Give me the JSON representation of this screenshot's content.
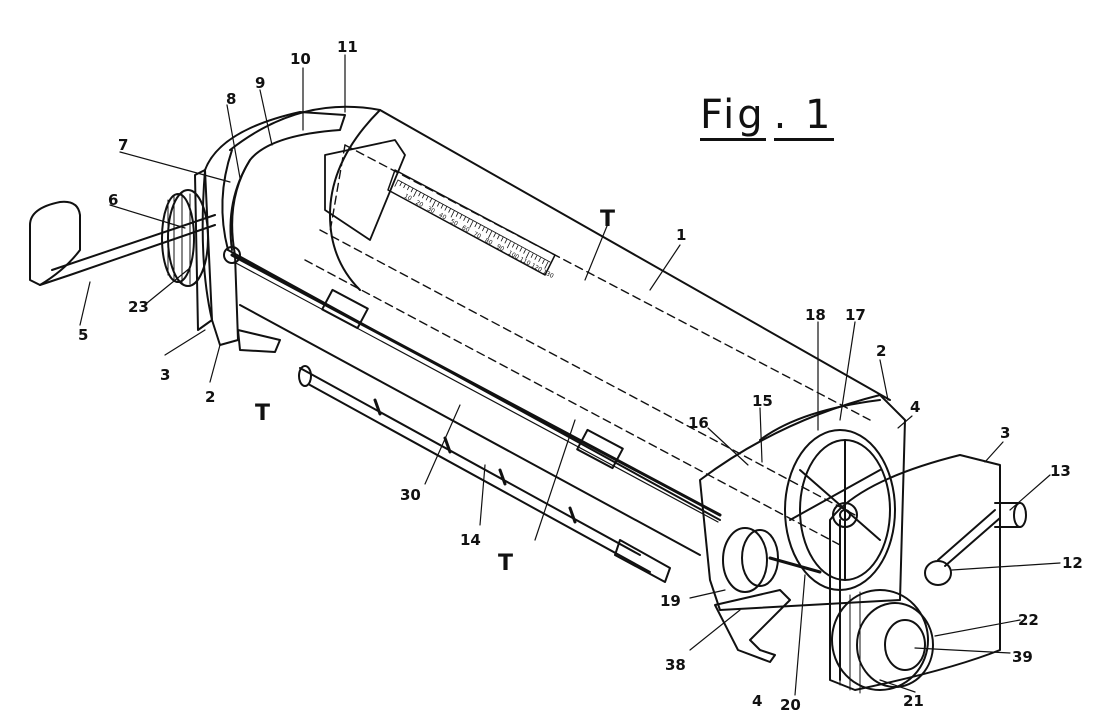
{
  "figure": {
    "title_part1": "Fig",
    "title_part2": ". 1",
    "scale_digits": [
      "10",
      "20",
      "30",
      "40",
      "50",
      "60",
      "70",
      "80",
      "90",
      "100",
      "110",
      "120",
      "130"
    ]
  },
  "callouts": [
    {
      "id": "c1",
      "text": "1"
    },
    {
      "id": "c2a",
      "text": "2"
    },
    {
      "id": "c2b",
      "text": "2"
    },
    {
      "id": "c3a",
      "text": "3"
    },
    {
      "id": "c3b",
      "text": "3"
    },
    {
      "id": "c4a",
      "text": "4"
    },
    {
      "id": "c4b",
      "text": "4"
    },
    {
      "id": "c5",
      "text": "5"
    },
    {
      "id": "c6",
      "text": "6"
    },
    {
      "id": "c7",
      "text": "7"
    },
    {
      "id": "c8",
      "text": "8"
    },
    {
      "id": "c9",
      "text": "9"
    },
    {
      "id": "c10",
      "text": "10"
    },
    {
      "id": "c11",
      "text": "11"
    },
    {
      "id": "c12",
      "text": "12"
    },
    {
      "id": "c13",
      "text": "13"
    },
    {
      "id": "c14",
      "text": "14"
    },
    {
      "id": "c15",
      "text": "15"
    },
    {
      "id": "c16",
      "text": "16"
    },
    {
      "id": "c17",
      "text": "17"
    },
    {
      "id": "c18",
      "text": "18"
    },
    {
      "id": "c19",
      "text": "19"
    },
    {
      "id": "c20",
      "text": "20"
    },
    {
      "id": "c21",
      "text": "21"
    },
    {
      "id": "c22",
      "text": "22"
    },
    {
      "id": "c23",
      "text": "23"
    },
    {
      "id": "c30",
      "text": "30"
    },
    {
      "id": "c38",
      "text": "38"
    },
    {
      "id": "c39",
      "text": "39"
    },
    {
      "id": "cT1",
      "text": "T"
    },
    {
      "id": "cT2",
      "text": "T"
    },
    {
      "id": "cT3",
      "text": "T"
    }
  ]
}
